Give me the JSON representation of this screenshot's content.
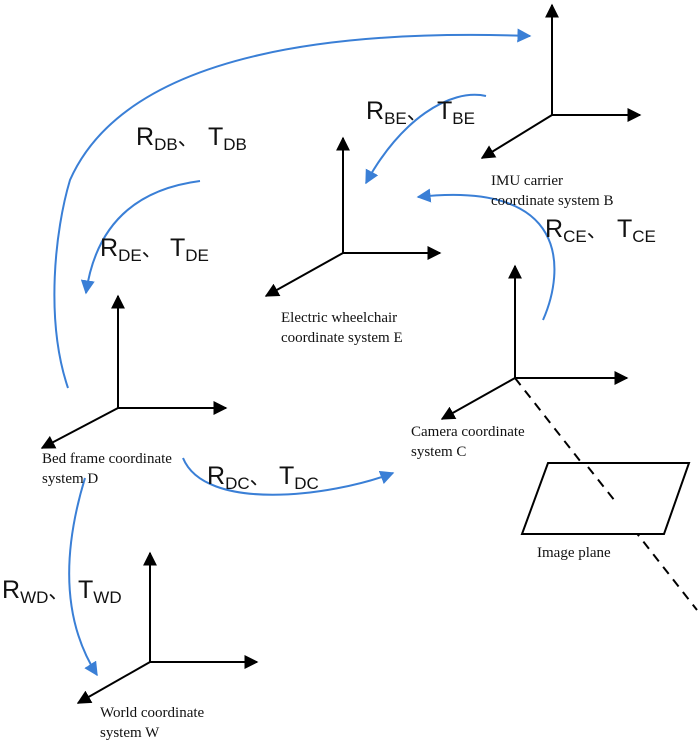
{
  "transforms": {
    "db": {
      "R": "R",
      "R_sub": "DB",
      "sep": "、",
      "T": "T",
      "T_sub": "DB"
    },
    "be": {
      "R": "R",
      "R_sub": "BE",
      "sep": "、",
      "T": "T",
      "T_sub": "BE"
    },
    "de": {
      "R": "R",
      "R_sub": "DE",
      "sep": "、",
      "T": "T",
      "T_sub": "DE"
    },
    "ce": {
      "R": "R",
      "R_sub": "CE",
      "sep": "、",
      "T": "T",
      "T_sub": "CE"
    },
    "dc": {
      "R": "R",
      "R_sub": "DC",
      "sep": "、",
      "T": "T",
      "T_sub": "DC"
    },
    "wd": {
      "R": "R",
      "R_sub": "WD",
      "sep": "、",
      "T": "T",
      "T_sub": "WD"
    }
  },
  "labels": {
    "imu": {
      "line1": "IMU carrier",
      "line2": "coordinate system B"
    },
    "wheelchair": {
      "line1": "Electric wheelchair",
      "line2": "coordinate system E"
    },
    "camera": {
      "line1": "Camera coordinate",
      "line2": "system C"
    },
    "bed": {
      "line1": "Bed frame coordinate",
      "line2": "system D"
    },
    "world": {
      "line1": "World coordinate",
      "line2": "system W"
    },
    "image_plane": "Image plane"
  },
  "colors": {
    "arrow": "#3a7fd6",
    "axis": "#000000"
  }
}
